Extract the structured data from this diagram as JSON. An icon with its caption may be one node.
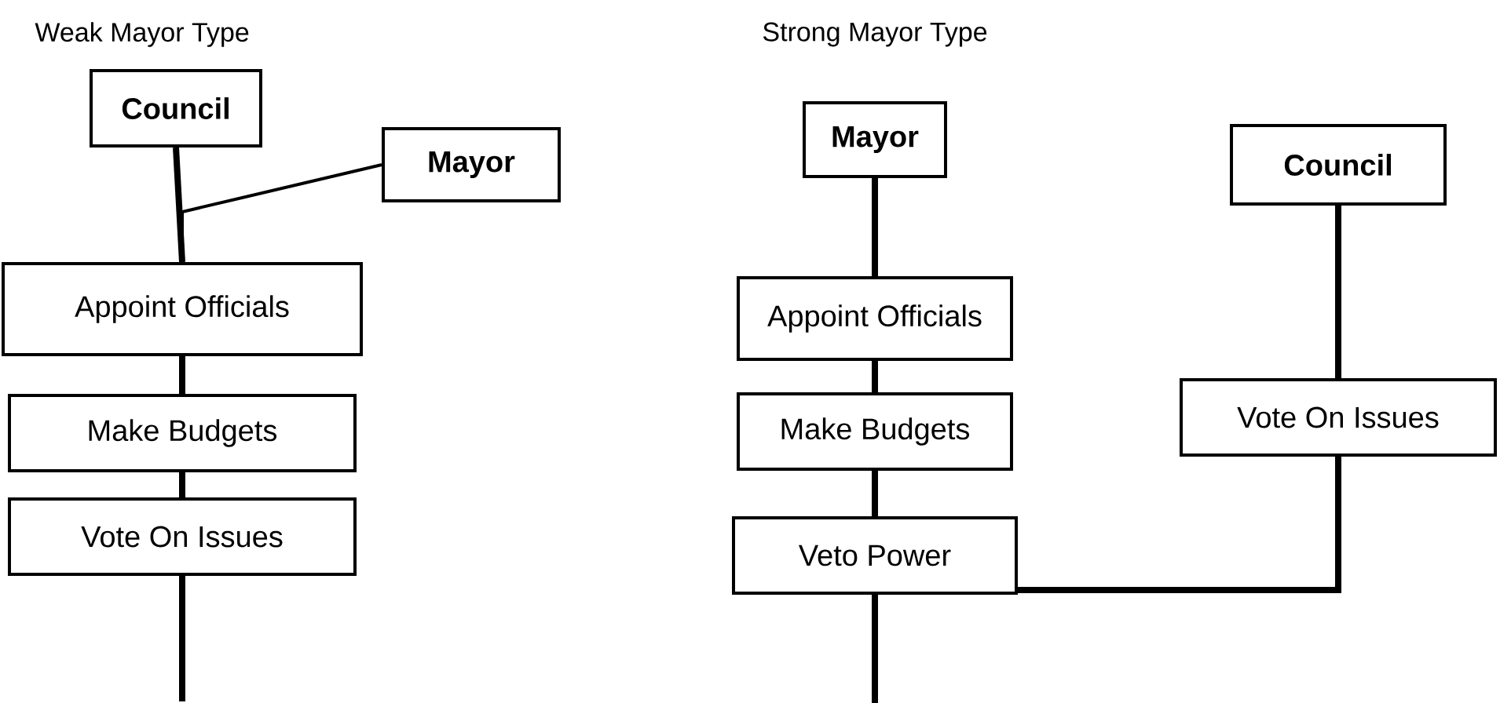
{
  "diagram": {
    "nodes": [
      {
        "text": [
          "Council"
        ]
      },
      {
        "text": [
          "Mayor"
        ]
      },
      {
        "text": [
          "Appoint Officials"
        ]
      },
      {
        "text": [
          "Make Budgets"
        ]
      },
      {
        "text": [
          "Vote On Issues"
        ]
      },
      {
        "text": [
          "Mayor"
        ]
      },
      {
        "text": [
          "Appoint Officials"
        ]
      },
      {
        "text": [
          "Make Budgets"
        ]
      },
      {
        "text": [
          "Veto Power"
        ]
      },
      {
        "text": [
          "Council"
        ]
      },
      {
        "text": [
          "Vote On Issues"
        ]
      }
    ],
    "edges": [
      {
        "from": 0,
        "to": 2,
        "arrow": "none"
      },
      {
        "from": 1,
        "to": 2,
        "arrow": "none"
      },
      {
        "from": 2,
        "to": 3,
        "arrow": "none"
      },
      {
        "from": 3,
        "to": 4,
        "arrow": "none"
      },
      {
        "from": 4,
        "to": null,
        "arrow": "none"
      },
      {
        "from": 5,
        "to": 6,
        "arrow": "none"
      },
      {
        "from": 6,
        "to": 7,
        "arrow": "none"
      },
      {
        "from": 7,
        "to": 8,
        "arrow": "none"
      },
      {
        "from": 8,
        "to": null,
        "arrow": "none"
      },
      {
        "from": 9,
        "to": 10,
        "arrow": "none"
      },
      {
        "from": 10,
        "to": 8,
        "arrow": "none"
      }
    ],
    "labels": [
      "Weak Mayor Type",
      "Strong Mayor Type"
    ]
  }
}
